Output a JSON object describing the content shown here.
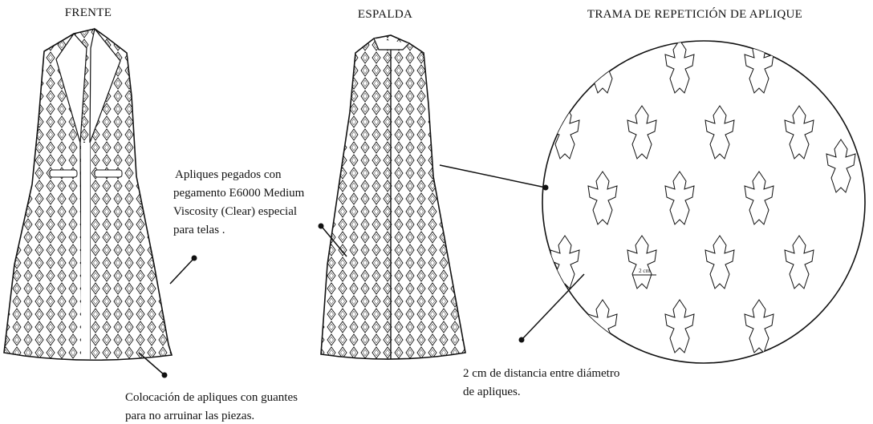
{
  "titles": {
    "front": "FRENTE",
    "back": "ESPALDA",
    "pattern": "TRAMA DE REPETICIÓN DE APLIQUE"
  },
  "notes": {
    "glue": [
      "Apliques pegados con",
      "pegamento E6000 Medium",
      "Viscosity (Clear) especial",
      "para telas ."
    ],
    "gloves": [
      "Colocación de apliques con guantes",
      "para no arruinar las piezas."
    ],
    "distance": [
      "2 cm de distancia entre diámetro",
      "de apliques."
    ]
  },
  "dimension_label": "2 cm"
}
